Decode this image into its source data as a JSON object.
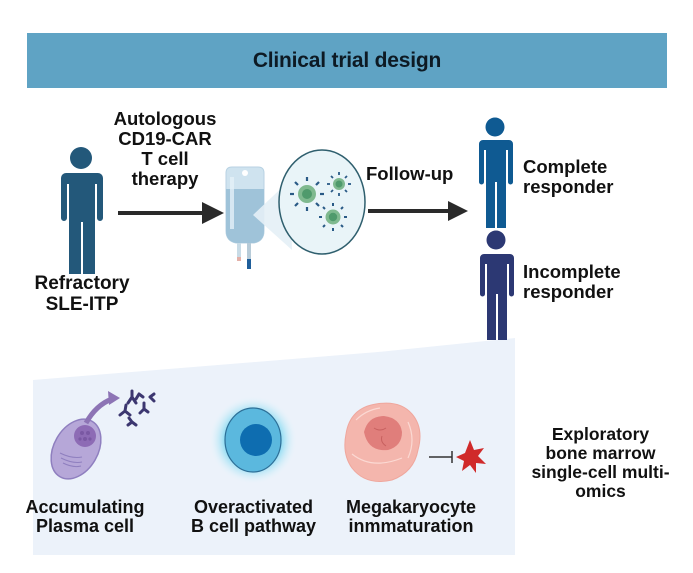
{
  "header": {
    "title": "Clinical trial design"
  },
  "patient": {
    "label": "Refractory\nSLE-ITP",
    "icon": "person-icon",
    "color": "#23587a"
  },
  "therapy": {
    "label": "Autologous\nCD19-CAR\nT cell\ntherapy",
    "icon": "iv-bag-icon"
  },
  "car_t_cells": {
    "icon": "car-t-cells-icon"
  },
  "follow_up": {
    "label": "Follow-up"
  },
  "outcomes": [
    {
      "label": "Complete\nresponder",
      "color": "#0f5a92",
      "icon": "person-icon"
    },
    {
      "label": "Incomplete\nresponder",
      "color": "#2c3873",
      "icon": "person-icon"
    }
  ],
  "exploratory": {
    "label": "Exploratory\nbone marrow\nsingle-cell multi-\nomics",
    "panel_color": "#ecf2fa",
    "findings": [
      {
        "label": "Accumulating\nPlasma cell",
        "icon": "plasma-cell-icon"
      },
      {
        "label": "Overactivated\nB cell pathway",
        "icon": "b-cell-icon"
      },
      {
        "label": "Megakaryocyte\ninmmaturation",
        "icon": "megakaryocyte-icon"
      }
    ]
  }
}
